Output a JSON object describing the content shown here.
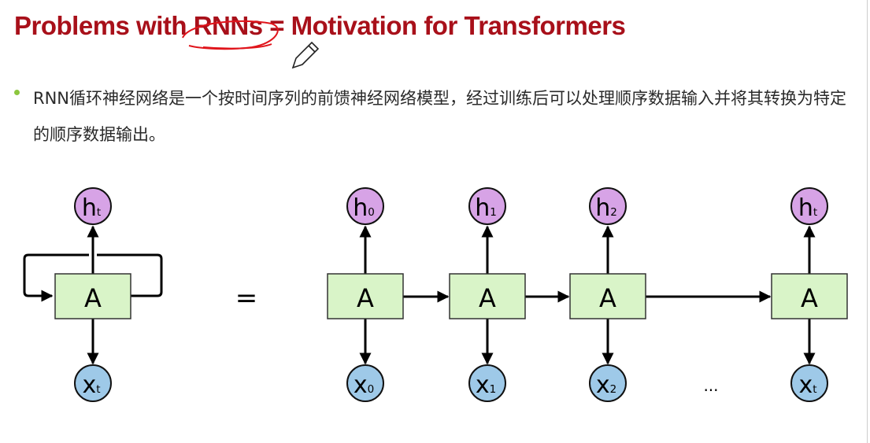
{
  "slide": {
    "title": "Problems with RNNs = Motivation for Transformers",
    "bullet": "RNN循环神经网络是一个按时间序列的前馈神经网络模型，经过训练后可以处理顺序数据输入并将其转换为特定的顺序数据输出。"
  },
  "diagram": {
    "rolled": {
      "cell": "A",
      "output": "h",
      "output_sub": "t",
      "input": "x",
      "input_sub": "t"
    },
    "equals": "=",
    "unrolled": [
      {
        "cell": "A",
        "output": "h",
        "output_sub": "0",
        "input": "x",
        "input_sub": "0"
      },
      {
        "cell": "A",
        "output": "h",
        "output_sub": "1",
        "input": "x",
        "input_sub": "1"
      },
      {
        "cell": "A",
        "output": "h",
        "output_sub": "2",
        "input": "x",
        "input_sub": "2"
      },
      {
        "cell": "A",
        "output": "h",
        "output_sub": "t",
        "input": "x",
        "input_sub": "t"
      }
    ],
    "ellipsis": "...",
    "colors": {
      "cell": "#d9f4c8",
      "output": "#d7a3e6",
      "input": "#9ec9e8",
      "title": "#a8101a",
      "annotation": "#e0141b"
    }
  }
}
